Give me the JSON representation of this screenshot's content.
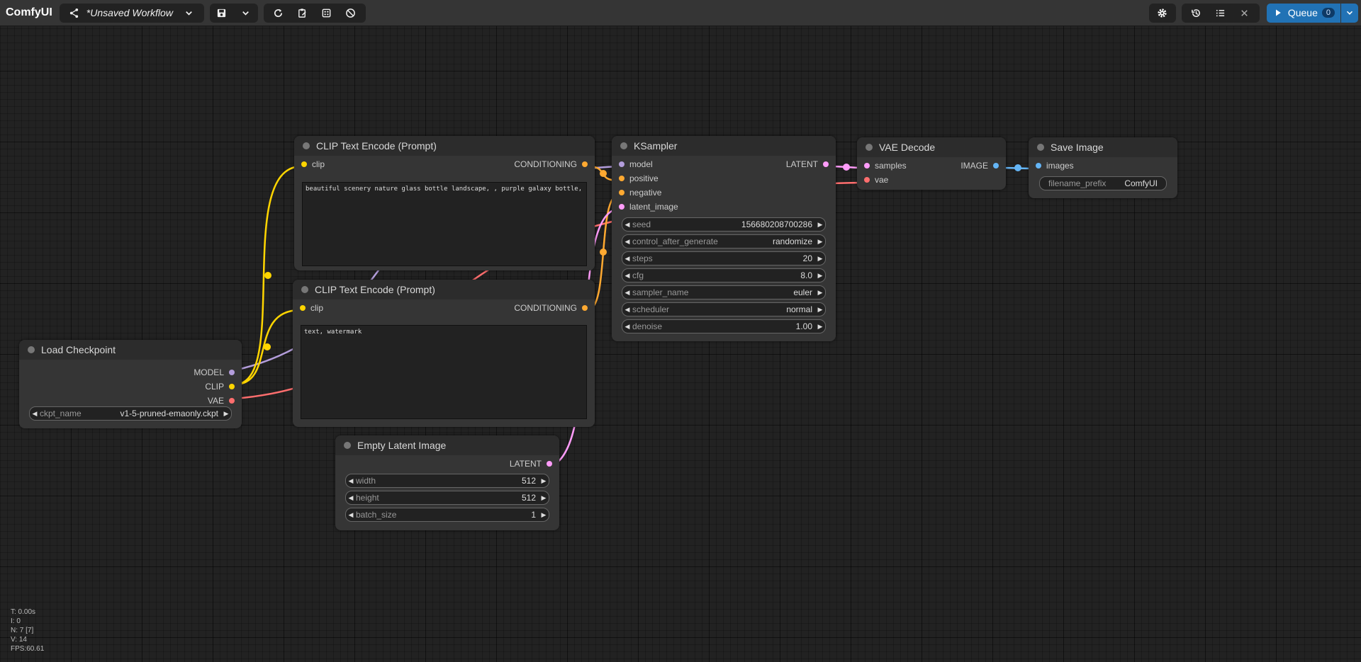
{
  "menubar": {
    "brand": "ComfyUI",
    "workflow_name": "*Unsaved Workflow",
    "queue_label": "Queue",
    "queue_count": "0"
  },
  "nodes": {
    "clip_pos": {
      "title": "CLIP Text Encode (Prompt)",
      "input_clip": "clip",
      "output": "CONDITIONING",
      "text": "beautiful scenery nature glass bottle landscape, , purple galaxy bottle,"
    },
    "clip_neg": {
      "title": "CLIP Text Encode (Prompt)",
      "input_clip": "clip",
      "output": "CONDITIONING",
      "text": "text, watermark"
    },
    "ksampler": {
      "title": "KSampler",
      "inputs": [
        "model",
        "positive",
        "negative",
        "latent_image"
      ],
      "output": "LATENT",
      "widgets": [
        {
          "name": "seed",
          "value": "156680208700286"
        },
        {
          "name": "control_after_generate",
          "value": "randomize"
        },
        {
          "name": "steps",
          "value": "20"
        },
        {
          "name": "cfg",
          "value": "8.0"
        },
        {
          "name": "sampler_name",
          "value": "euler"
        },
        {
          "name": "scheduler",
          "value": "normal"
        },
        {
          "name": "denoise",
          "value": "1.00"
        }
      ]
    },
    "vae_decode": {
      "title": "VAE Decode",
      "inputs": [
        "samples",
        "vae"
      ],
      "output": "IMAGE"
    },
    "save_image": {
      "title": "Save Image",
      "input": "images",
      "widget": {
        "name": "filename_prefix",
        "value": "ComfyUI"
      }
    },
    "load_checkpoint": {
      "title": "Load Checkpoint",
      "outputs": [
        "MODEL",
        "CLIP",
        "VAE"
      ],
      "widget": {
        "name": "ckpt_name",
        "value": "v1-5-pruned-emaonly.ckpt"
      }
    },
    "empty_latent": {
      "title": "Empty Latent Image",
      "output": "LATENT",
      "widgets": [
        {
          "name": "width",
          "value": "512"
        },
        {
          "name": "height",
          "value": "512"
        },
        {
          "name": "batch_size",
          "value": "1"
        }
      ]
    }
  },
  "stats": {
    "t": "T: 0.00s",
    "i": "I: 0",
    "n": "N: 7 [7]",
    "v": "V: 14",
    "fps": "FPS:60.61"
  },
  "colors": {
    "clip": "#ffd500",
    "conditioning": "#ffa931",
    "model": "#b39ddb",
    "latent": "#ff9cf9",
    "vae": "#ff6e6e",
    "image": "#64b5f6",
    "accent": "#2172b5"
  }
}
